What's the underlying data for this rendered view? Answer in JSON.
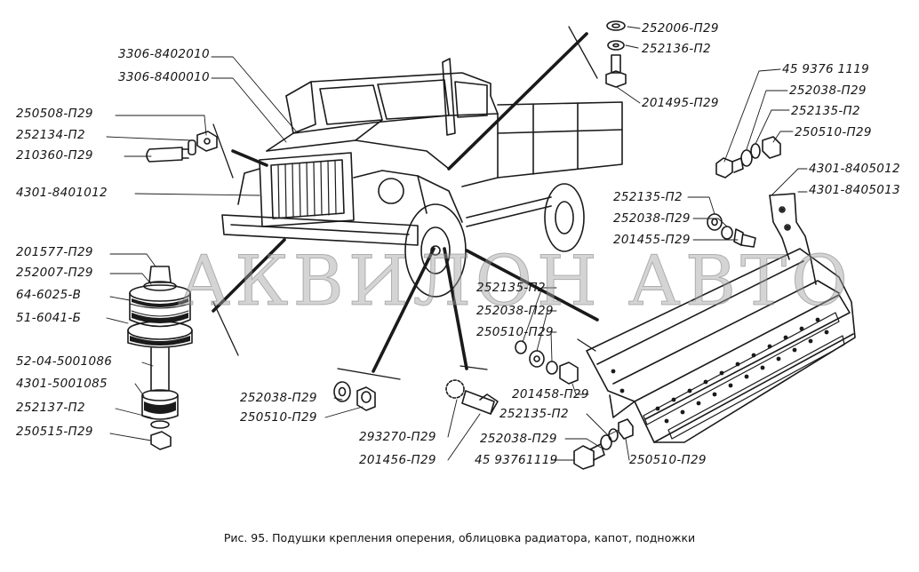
{
  "watermark": "АКВИЛОН АВТО",
  "caption": "Рис. 95. Подушки крепления оперения, облицовка радиатора, капот, подножки",
  "labels": {
    "l_3306_8402010": "3306-8402010",
    "l_3306_8400010": "3306-8400010",
    "l_250508": "250508-П29",
    "l_252134": "252134-П2",
    "l_210360": "210360-П29",
    "l_4301_8401012": "4301-8401012",
    "l_201577": "201577-П29",
    "l_252007": "252007-П29",
    "l_64_6025": "64-6025-В",
    "l_51_6041": "51-6041-Б",
    "l_52_04": "52-04-5001086",
    "l_4301_5001085": "4301-5001085",
    "l_252137": "252137-П2",
    "l_250515": "250515-П29",
    "l_252006_top": "252006-П29",
    "l_252136_top": "252136-П2",
    "l_201495": "201495-П29",
    "l_45_9376_1119_top": "45 9376 1119",
    "l_252038_tr": "252038-П29",
    "l_252135_tr": "252135-П2",
    "l_250510_tr": "250510-П29",
    "l_4301_8405012": "4301-8405012",
    "l_4301_8405013": "4301-8405013",
    "l_252135_mid": "252135-П2",
    "l_252038_mid": "252038-П29",
    "l_201455": "201455-П29",
    "l_252135_c": "252135-П2",
    "l_252038_c": "252038-П29",
    "l_250510_c": "250510-П29",
    "l_201458": "201458-П29",
    "l_252038_bl": "252038-П29",
    "l_250510_bl": "250510-П29",
    "l_293270": "293270-П29",
    "l_201456": "201456-П29",
    "l_252135_b": "252135-П2",
    "l_252038_b": "252038-П29",
    "l_45_9376_1119_b": "45 93761119",
    "l_250510_b": "250510-П29"
  }
}
